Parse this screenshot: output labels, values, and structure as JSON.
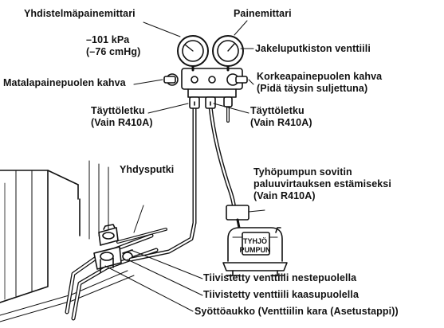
{
  "labels": {
    "compound_gauge": "Yhdistelmäpainemittari",
    "pressure_gauge": "Painemittari",
    "vacuum_reading_line1": "–101 kPa",
    "vacuum_reading_line2": "(–76 cmHg)",
    "manifold_valve": "Jakeluputkiston venttiili",
    "low_side_handle": "Matalapainepuolen kahva",
    "high_side_handle_line1": "Korkeapainepuolen kahva",
    "high_side_handle_line2": "(Pidä täysin suljettuna)",
    "charge_hose_left_line1": "Täyttöletku",
    "charge_hose_left_line2": "(Vain R410A)",
    "charge_hose_right_line1": "Täyttöletku",
    "charge_hose_right_line2": "(Vain R410A)",
    "connecting_pipe": "Yhdysputki",
    "pump_adapter_line1": "Tyhöpumpun sovitin",
    "pump_adapter_line2": "paluuvirtauksen estämiseksi",
    "pump_adapter_line3": "(Vain R410A)",
    "vacuum_pump_line1": "TYHJÖ",
    "vacuum_pump_line2": "PUMPUN",
    "liquid_valve": "Tiivistetty venttiili nestepuolella",
    "gas_valve": "Tiivistetty venttiili kaasupuolella",
    "service_port": "Syöttöaukko (Venttiilin kara (Asetustappi))"
  },
  "colors": {
    "ink": "#111111",
    "paper": "#ffffff",
    "shade": "#555555"
  }
}
